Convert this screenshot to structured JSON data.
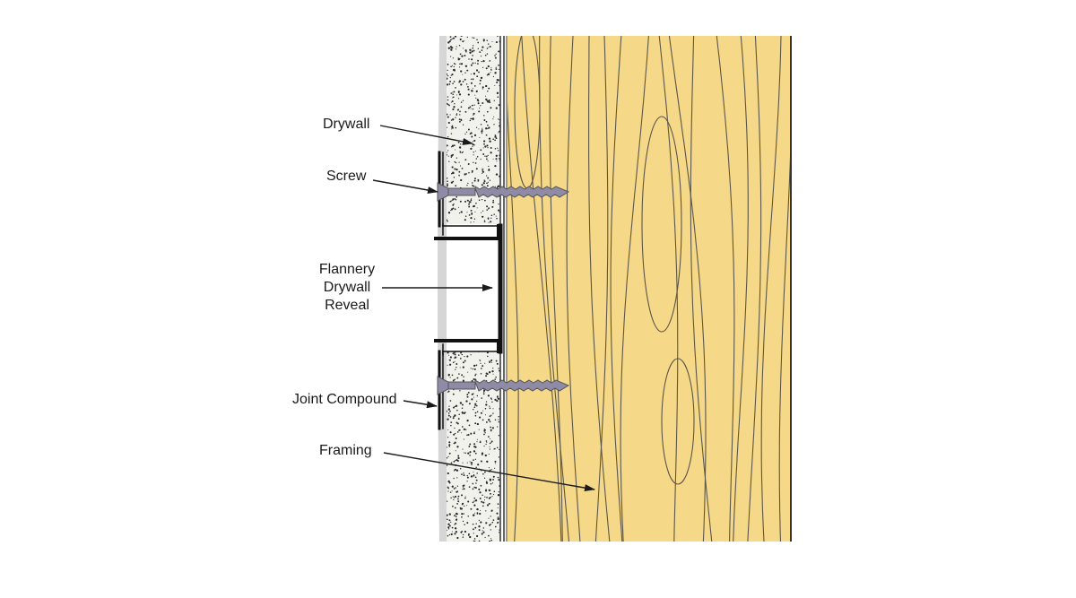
{
  "labels": {
    "drywall": "Drywall",
    "screw": "Screw",
    "reveal_line1": "Flannery",
    "reveal_line2": "Drywall",
    "reveal_line3": "Reveal",
    "joint_compound": "Joint Compound",
    "framing": "Framing"
  },
  "colors": {
    "wood": "#f5d888",
    "grain": "#5b5648",
    "drywall": "#f2f2ec",
    "speckle": "#2a2a2a",
    "compound": "#d9d9d9",
    "reveal_metal": "#111111",
    "screw": "#8f8aa6",
    "arrow": "#1a1a1a"
  }
}
